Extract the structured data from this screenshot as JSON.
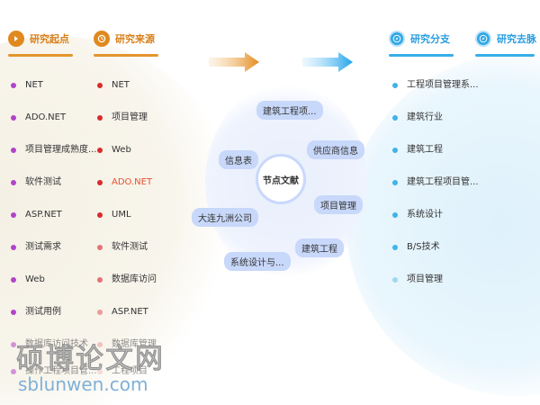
{
  "headers": {
    "col1": "研究起点",
    "col2": "研究来源",
    "col3": "研究分支",
    "col4": "研究去脉"
  },
  "col1_items": [
    "NET",
    "ADO.NET",
    "项目管理成熟度...",
    "软件测试",
    "ASP.NET",
    "测试需求",
    "Web",
    "测试用例",
    "数据库访问技术",
    "操作工程项目管..."
  ],
  "col2_items": [
    "NET",
    "项目管理",
    "Web",
    "ADO.NET",
    "UML",
    "软件测试",
    "数据库访问",
    "ASP.NET",
    "数据库管理",
    "工程项目"
  ],
  "col3_items": [
    "工程项目管理系...",
    "建筑行业",
    "建筑工程",
    "建筑工程项目管...",
    "系统设计",
    "B/S技术",
    "项目管理"
  ],
  "center": {
    "title": "节点文献",
    "nodes": [
      "建筑工程项...",
      "供应商信息",
      "项目管理",
      "建筑工程",
      "系统设计与...",
      "大连九洲公司",
      "信息表"
    ]
  },
  "watermark": {
    "cn": "硕博论文网",
    "en": "sblunwen.com"
  },
  "colors": {
    "orange": "#e0891f",
    "blue": "#2fa7e6",
    "col1_dot": "#b044c9",
    "col2_dot": "#d92b2b",
    "col3_dot": "#3fb3e8",
    "col2_highlight": "#e8502e"
  },
  "icons": {
    "col1": "play-icon",
    "col2": "clock-icon",
    "col3": "compass-icon",
    "col4": "compass-icon"
  }
}
